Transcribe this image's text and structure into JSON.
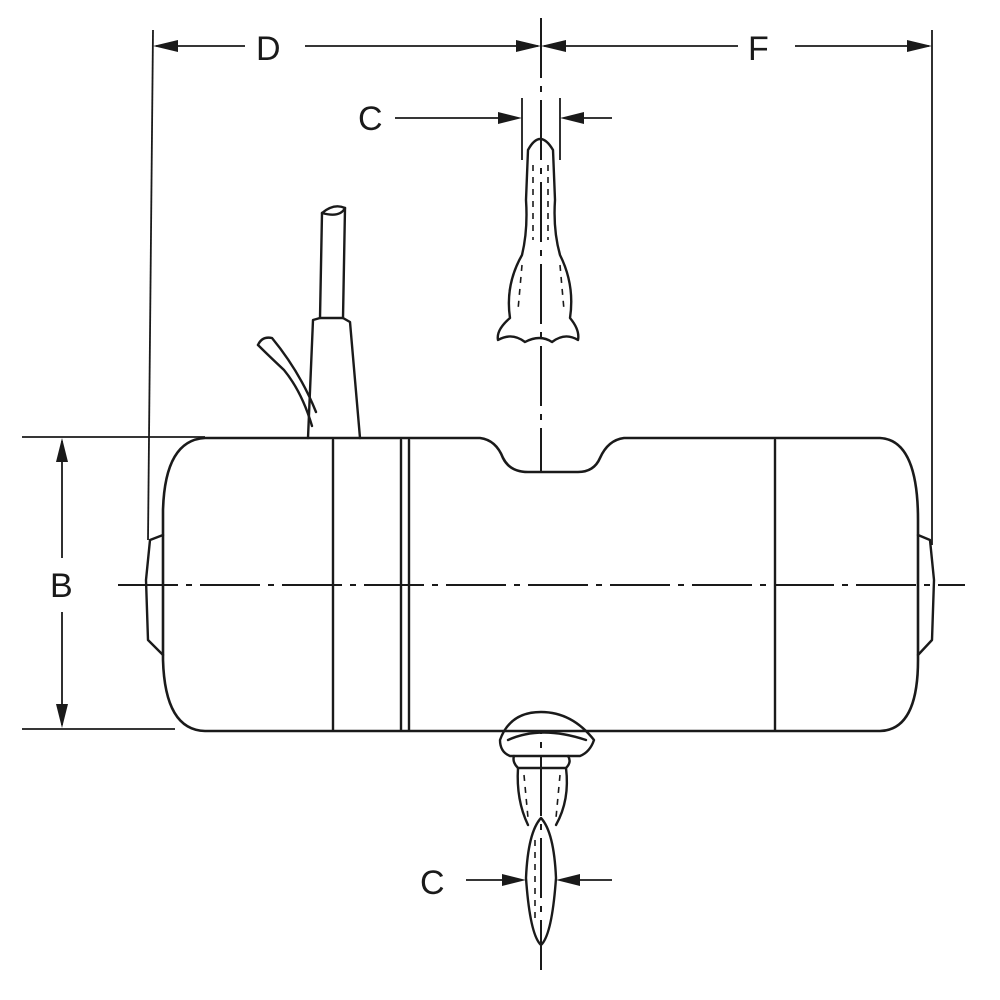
{
  "dimensions": {
    "d_label": "D",
    "f_label": "F",
    "c_top_label": "C",
    "c_bottom_label": "C",
    "b_label": "B"
  }
}
